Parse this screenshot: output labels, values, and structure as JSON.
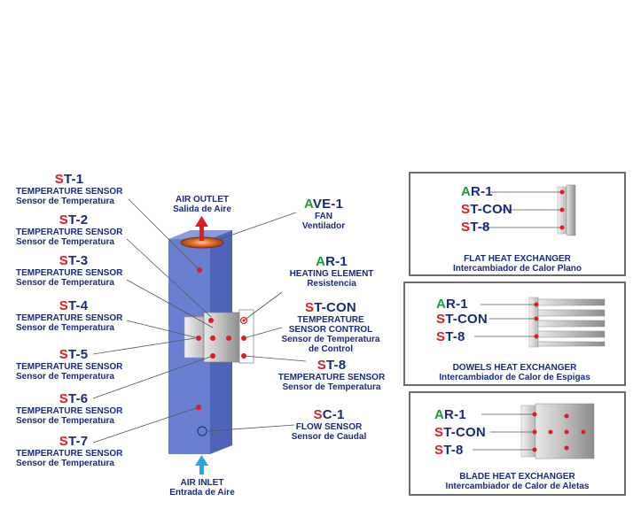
{
  "colors": {
    "code_red": "#e01b22",
    "code_green": "#1c9a3c",
    "text_blue": "#1a2a7a",
    "duct_blue": "#6b7fd1",
    "arrow_blue": "#2aa6e8"
  },
  "sensors_left": [
    {
      "pre": "S",
      "post": "T-1",
      "title": "TEMPERATURE SENSOR",
      "sub": "Sensor de Temperatura"
    },
    {
      "pre": "S",
      "post": "T-2",
      "title": "TEMPERATURE SENSOR",
      "sub": "Sensor de Temperatura"
    },
    {
      "pre": "S",
      "post": "T-3",
      "title": "TEMPERATURE SENSOR",
      "sub": "Sensor de Temperatura"
    },
    {
      "pre": "S",
      "post": "T-4",
      "title": "TEMPERATURE SENSOR",
      "sub": "Sensor de Temperatura"
    },
    {
      "pre": "S",
      "post": "T-5",
      "title": "TEMPERATURE SENSOR",
      "sub": "Sensor de Temperatura"
    },
    {
      "pre": "S",
      "post": "T-6",
      "title": "TEMPERATURE SENSOR",
      "sub": "Sensor de Temperatura"
    },
    {
      "pre": "S",
      "post": "T-7",
      "title": "TEMPERATURE SENSOR",
      "sub": "Sensor de Temperatura"
    }
  ],
  "air_outlet": {
    "title": "AIR OUTLET",
    "sub": "Salida de Aire"
  },
  "air_inlet": {
    "title": "AIR INLET",
    "sub": "Entrada de Aire"
  },
  "right_labels": {
    "fan": {
      "pre": "A",
      "post": "VE-1",
      "title": "FAN",
      "sub": "Ventilador"
    },
    "heater": {
      "pre": "A",
      "post": "R-1",
      "title": "HEATING ELEMENT",
      "sub": "Resistencia"
    },
    "stcon": {
      "pre": "S",
      "post": "T-CON",
      "title1": "TEMPERATURE",
      "title2": "SENSOR CONTROL",
      "sub1": "Sensor de Temperatura",
      "sub2": "de Control"
    },
    "st8": {
      "pre": "S",
      "post": "T-8",
      "title": "TEMPERATURE SENSOR",
      "sub": "Sensor de Temperatura"
    },
    "sc1": {
      "pre": "S",
      "post": "C-1",
      "title": "FLOW SENSOR",
      "sub": "Sensor de Caudal"
    }
  },
  "panels": [
    {
      "codes": [
        {
          "pre": "A",
          "post": "R-1"
        },
        {
          "pre": "S",
          "post": "T-CON"
        },
        {
          "pre": "S",
          "post": "T-8"
        }
      ],
      "title": "FLAT HEAT EXCHANGER",
      "sub": "Intercambiador de Calor Plano"
    },
    {
      "codes": [
        {
          "pre": "A",
          "post": "R-1"
        },
        {
          "pre": "S",
          "post": "T-CON"
        },
        {
          "pre": "S",
          "post": "T-8"
        }
      ],
      "title": "DOWELS HEAT EXCHANGER",
      "sub": "Intercambiador de Calor de Espigas"
    },
    {
      "codes": [
        {
          "pre": "A",
          "post": "R-1"
        },
        {
          "pre": "S",
          "post": "T-CON"
        },
        {
          "pre": "S",
          "post": "T-8"
        }
      ],
      "title": "BLADE HEAT EXCHANGER",
      "sub": "Intercambiador de Calor de Aletas"
    }
  ]
}
